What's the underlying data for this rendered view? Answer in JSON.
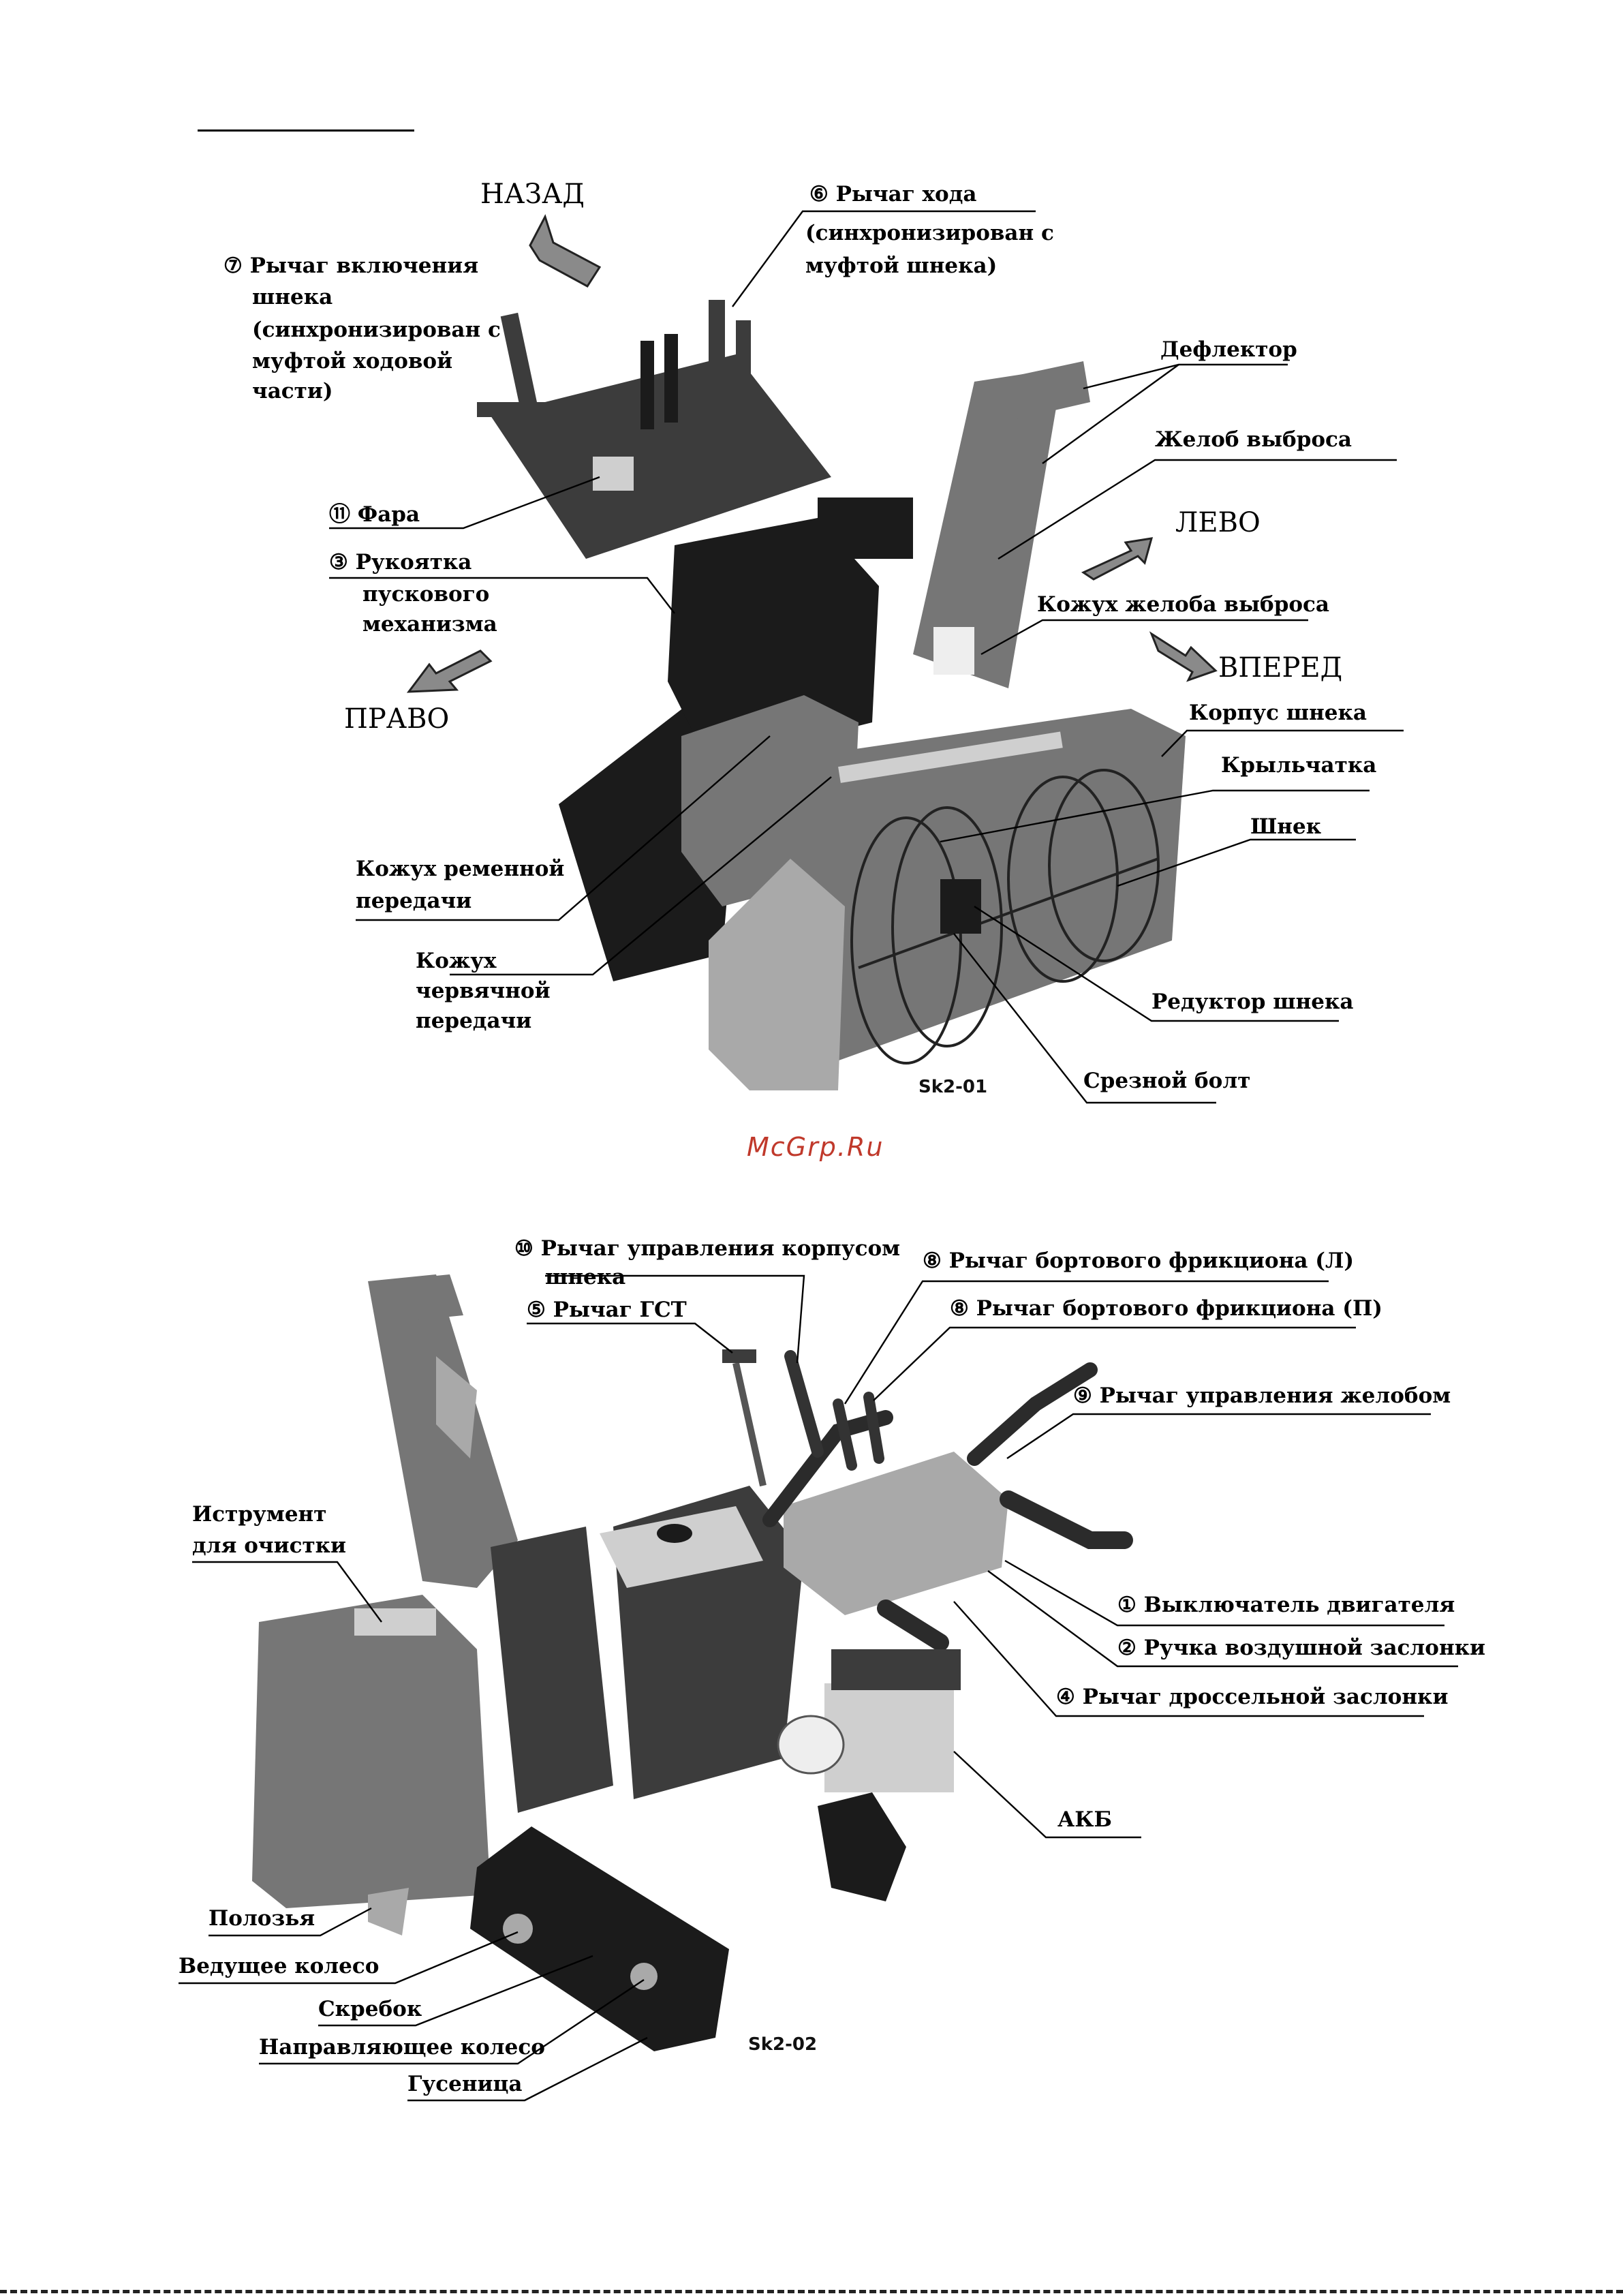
{
  "figure1": {
    "code": "Sk2-01",
    "directions": {
      "back": "НАЗАД",
      "left": "ЛЕВО",
      "forward": "ВПЕРЕД",
      "right": "ПРАВО"
    },
    "callouts": {
      "drive_lever": {
        "num": "⑥",
        "lines": [
          "Рычаг хода",
          "(синхронизирован с",
          "муфтой шнека)"
        ]
      },
      "auger_lever": {
        "num": "⑦",
        "lines": [
          "Рычаг включения",
          "шнека",
          "(синхронизирован с",
          "муфтой ходовой",
          "части)"
        ]
      },
      "deflector": "Дефлектор",
      "chute": "Желоб выброса",
      "headlight": {
        "num": "⑪",
        "lines": [
          "Фара"
        ]
      },
      "starter_handle": {
        "num": "③",
        "lines": [
          "Рукоятка",
          "пускового",
          "механизма"
        ]
      },
      "chute_cover": "Кожух желоба выброса",
      "auger_housing": "Корпус шнека",
      "impeller": "Крыльчатка",
      "auger": "Шнек",
      "belt_cover": [
        "Кожух ременной",
        "передачи"
      ],
      "worm_cover": [
        "Кожух",
        "червячной",
        "передачи"
      ],
      "auger_gearbox": "Редуктор шнека",
      "shear_bolt": "Срезной болт"
    }
  },
  "watermark": "McGrp.Ru",
  "figure2": {
    "code": "Sk2-02",
    "callouts": {
      "housing_lever": {
        "num": "⑩",
        "lines": [
          "Рычаг управления корпусом",
          "шнека"
        ]
      },
      "hst_lever": {
        "num": "⑤",
        "lines": [
          "Рычаг ГСТ"
        ]
      },
      "clutch_left": {
        "num": "⑧",
        "lines": [
          "Рычаг бортового фрикциона (Л)"
        ]
      },
      "clutch_right": {
        "num": "⑧",
        "lines": [
          "Рычаг бортового фрикциона (П)"
        ]
      },
      "chute_lever": {
        "num": "⑨",
        "lines": [
          "Рычаг управления желобом"
        ]
      },
      "cleaning_tool": [
        "Иструмент",
        "для очистки"
      ],
      "engine_switch": {
        "num": "①",
        "lines": [
          "Выключатель двигателя"
        ]
      },
      "choke_knob": {
        "num": "②",
        "lines": [
          "Ручка воздушной заслонки"
        ]
      },
      "throttle_lever": {
        "num": "④",
        "lines": [
          "Рычаг дроссельной заслонки"
        ]
      },
      "battery": "АКБ",
      "skids": "Полозья",
      "drive_wheel": "Ведущее колесо",
      "scraper": "Скребок",
      "idler_wheel": "Направляющее колесо",
      "track": "Гусеница"
    }
  },
  "colors": {
    "machine_dark": "#3c3c3c",
    "machine_mid": "#767676",
    "machine_light": "#a9a9a9",
    "watermark": "#c0392b"
  }
}
